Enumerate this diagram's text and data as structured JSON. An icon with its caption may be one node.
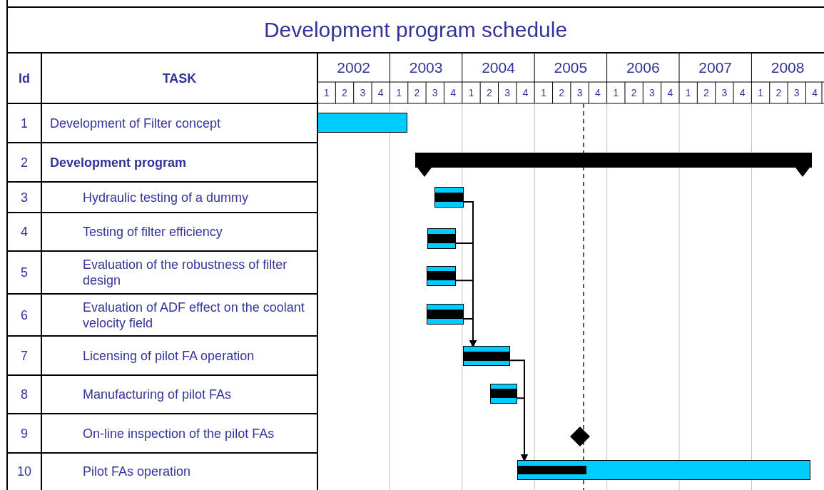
{
  "diagram": {
    "title": "Development program schedule",
    "nodes": [
      {
        "text": [],
        "shape": "bar"
      },
      {
        "text": [],
        "shape": "bar"
      },
      {
        "text": [],
        "shape": "bar"
      },
      {
        "text": [],
        "shape": "bar"
      },
      {
        "text": [],
        "shape": "bar"
      },
      {
        "text": [],
        "shape": "bar"
      },
      {
        "text": [],
        "shape": "bar"
      },
      {
        "text": [],
        "shape": "bar"
      },
      {
        "text": [],
        "shape": "diamond"
      },
      {
        "text": [],
        "shape": "bar"
      }
    ],
    "edges": [
      {
        "from": 2,
        "to": 6,
        "arrow": "to"
      },
      {
        "from": 3,
        "to": 6,
        "arrow": "to"
      },
      {
        "from": 4,
        "to": 6,
        "arrow": "to"
      },
      {
        "from": 5,
        "to": 6,
        "arrow": "to"
      },
      {
        "from": 6,
        "to": 9,
        "arrow": "to"
      },
      {
        "from": 7,
        "to": 9,
        "arrow": "to"
      }
    ],
    "labels": [
      "Id",
      "TASK",
      "2002",
      "2003",
      "2004",
      "2005",
      "2006",
      "2007",
      "2008",
      "1",
      "2",
      "3",
      "4",
      "1",
      "2",
      "3",
      "4",
      "1",
      "2",
      "3",
      "4",
      "1",
      "2",
      "3",
      "4",
      "1",
      "2",
      "3",
      "4",
      "1",
      "2",
      "3",
      "4",
      "1",
      "2",
      "3",
      "4",
      "1",
      "Development of Filter concept",
      "2",
      "Development program",
      "3",
      "Hydraulic testing of a dummy",
      "4",
      "Testing of filter efficiency",
      "5",
      "Evaluation of the robustness of filter design",
      "6",
      "Evaluation of ADF effect on the coolant velocity field",
      "7",
      "Licensing of pilot FA operation",
      "8",
      "Manufacturing of pilot FAs",
      "9",
      "On-line inspection of the pilot FAs",
      "10",
      "Pilot FAs operation"
    ]
  }
}
